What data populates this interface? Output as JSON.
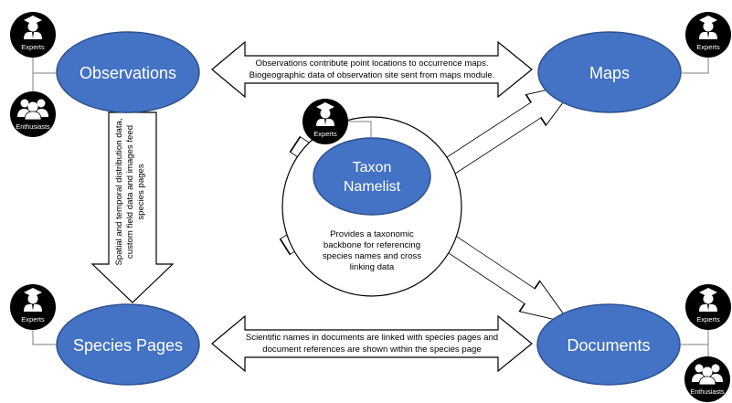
{
  "nodes": {
    "observations": "Observations",
    "maps": "Maps",
    "species_pages": "Species Pages",
    "documents": "Documents",
    "taxon_line1": "Taxon",
    "taxon_line2": "Namelist"
  },
  "taxon_description": [
    "Provides a taxonomic",
    "backbone for referencing",
    "species names and cross",
    "linking data"
  ],
  "arrows": {
    "obs_maps": [
      "Observations contribute point locations to occurrence maps.",
      "Biogeographic data of observation site sent from maps module."
    ],
    "obs_species": [
      "Spatial and temporal distribution data,",
      "custom field data  and images feed",
      "species pages"
    ],
    "species_docs": [
      "Scientific names in documents are linked with species pages and",
      "document references are shown within the species page"
    ]
  },
  "roles": {
    "experts": "Experts",
    "enthusiasts": "Enthusiasts"
  },
  "colors": {
    "node_fill": "#4472C4",
    "node_stroke": "#2F528F",
    "node_text": "#ffffff",
    "outline": "#000000",
    "badge_fill": "#000000",
    "connector": "#7F7F7F"
  },
  "icons": {
    "experts": "graduate-person-icon",
    "enthusiasts": "group-people-icon"
  }
}
